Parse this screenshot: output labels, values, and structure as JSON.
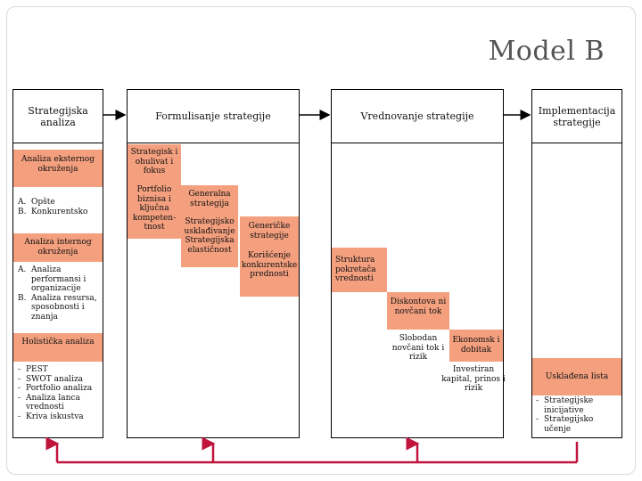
{
  "title": "Model B",
  "columns": [
    {
      "header": "Strategijska analiza"
    },
    {
      "header": "Formulisanje strategije"
    },
    {
      "header": "Vrednovanje strategije"
    },
    {
      "header": "Implementacija strategije"
    }
  ],
  "analysis": {
    "external_header": "Analiza eksternog okruženja",
    "external_items": [
      {
        "marker": "A.",
        "text": "Opšte"
      },
      {
        "marker": "B.",
        "text": "Konkurentsko"
      }
    ],
    "internal_header": "Analiza internog okruženja",
    "internal_items": [
      {
        "marker": "A.",
        "text": "Analiza performansi i organizacije"
      },
      {
        "marker": "B.",
        "text": "Analiza resursa, sposobnosti i znanja"
      }
    ],
    "holistic_header": "Holistička analiza",
    "holistic_items": [
      {
        "marker": "-",
        "text": "PEST"
      },
      {
        "marker": "-",
        "text": "SWOT analiza"
      },
      {
        "marker": "-",
        "text": "Portfolio analiza"
      },
      {
        "marker": "-",
        "text": "Analiza lanca vrednosti"
      },
      {
        "marker": "-",
        "text": "Kriva iskustva"
      }
    ]
  },
  "formulation": {
    "intent": "Strategisk i ohulivat i fokus",
    "portfolio": "Portfolio biznisa i ključna kompeten-tnost",
    "general": "Generalna strategija",
    "strategic_fit": "Strategijsko usklađivanje\nStrategijska elastičnost",
    "generic": "Generičke strategije",
    "competitive": "Korišćenje konkurentske prednosti"
  },
  "evaluation": {
    "value_drivers": "Struktura pokretača vrednosti",
    "dcf": "Diskontova ni novčani tok",
    "fcf": "Slobodan novčani tok i rizik",
    "economic_profit": "Ekonomsk i dobitak",
    "invested_capital": "Investiran kapital, prinos i rizik"
  },
  "implementation": {
    "balanced": "Usklađena lista",
    "items": [
      {
        "marker": "-",
        "text": "Strategijske inicijative"
      },
      {
        "marker": "-",
        "text": "Strategijsko učenje"
      }
    ]
  },
  "colors": {
    "accent": "#f4a07f",
    "feedback": "#c0143c",
    "title": "#555555"
  }
}
